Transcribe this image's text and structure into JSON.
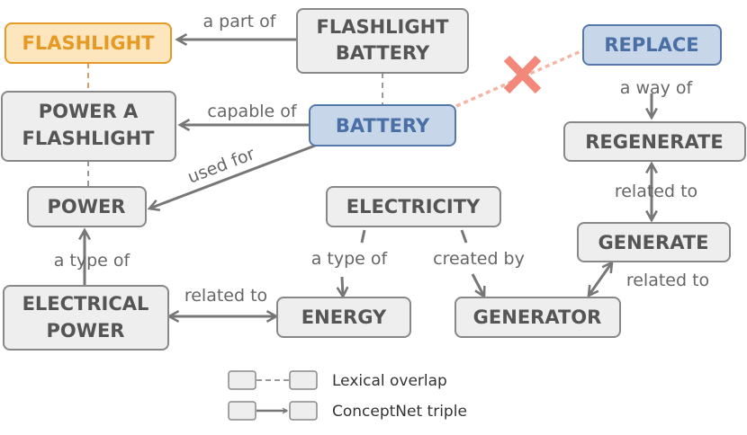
{
  "colors": {
    "node_fill": "#eeeeee",
    "node_stroke": "#888888",
    "node_text": "#555555",
    "highlight_orange_fill": "#fde6bd",
    "highlight_orange_stroke": "#e69a26",
    "highlight_orange_text": "#e69a26",
    "highlight_blue_fill": "#c8d6ea",
    "highlight_blue_stroke": "#5577aa",
    "highlight_blue_text": "#4a6fa5",
    "edge": "#777777",
    "overlap_dash": "#999999",
    "overlap_dash_highlight": "#d9a066",
    "rejected_dash": "#f5b5a5",
    "cross_mark": "#f2877a"
  },
  "nodes": {
    "flashlight": "FLASHLIGHT",
    "flashlight_battery_1": "FLASHLIGHT",
    "flashlight_battery_2": "BATTERY",
    "replace": "REPLACE",
    "power_a_flashlight_1": "POWER A",
    "power_a_flashlight_2": "FLASHLIGHT",
    "battery": "BATTERY",
    "regenerate": "REGENERATE",
    "power": "POWER",
    "electricity": "ELECTRICITY",
    "generate": "GENERATE",
    "electrical_power_1": "ELECTRICAL",
    "electrical_power_2": "POWER",
    "energy": "ENERGY",
    "generator": "GENERATOR"
  },
  "edges": {
    "a_part_of": "a part of",
    "capable_of": "capable of",
    "used_for": "used for",
    "a_way_of": "a way of",
    "related_to_regen": "related to",
    "a_type_of_power": "a type of",
    "a_type_of_energy": "a type of",
    "created_by": "created by",
    "related_to_energy": "related to",
    "related_to_generator": "related to"
  },
  "legend": {
    "lexical_overlap": "Lexical overlap",
    "conceptnet_triple": "ConceptNet triple"
  }
}
